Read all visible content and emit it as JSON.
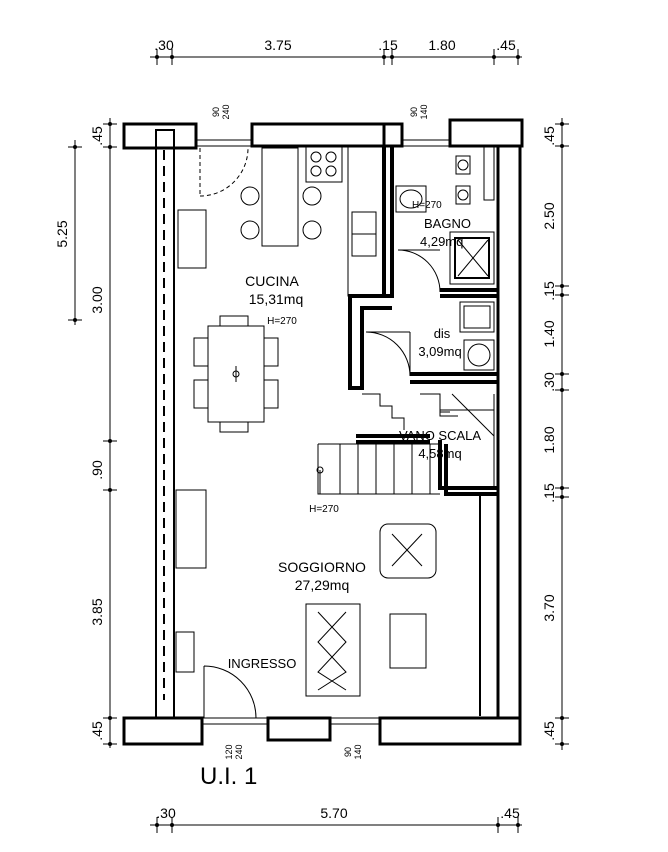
{
  "top_dims": [
    ".30",
    "3.75",
    ".15",
    "1.80",
    ".45"
  ],
  "bottom_dims": [
    ".30",
    "5.70",
    ".45"
  ],
  "left_outer_dims": [
    ".45",
    "3.00",
    ".90",
    "3.85",
    ".45"
  ],
  "left_inner_dim": "5.25",
  "right_dims": [
    ".45",
    "2.50",
    ".15",
    "1.40",
    ".30",
    "1.80",
    ".15",
    "3.70",
    ".45"
  ],
  "window_marks": {
    "top_left": [
      "90",
      "240"
    ],
    "top_right": [
      "90",
      "140"
    ],
    "bottom_left": [
      "120",
      "240"
    ],
    "bottom_right": [
      "90",
      "140"
    ]
  },
  "rooms": {
    "cucina": {
      "name": "CUCINA",
      "area": "15,31mq",
      "height": "H=270"
    },
    "bagno": {
      "name": "BAGNO",
      "area": "4,29mq",
      "height": "H=270"
    },
    "dis": {
      "name": "dis",
      "area": "3,09mq"
    },
    "vano_scala": {
      "name": "VANO SCALA",
      "area": "4,58mq"
    },
    "soggiorno": {
      "name": "SOGGIORNO",
      "area": "27,29mq",
      "height": "H=270"
    },
    "ingresso": {
      "name": "INGRESSO"
    }
  },
  "unit_label": "U.I. 1"
}
